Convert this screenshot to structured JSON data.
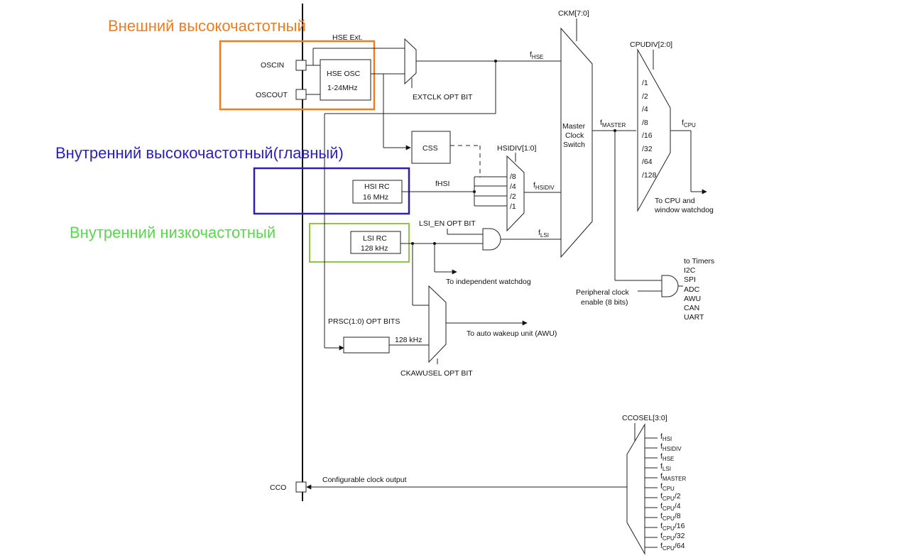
{
  "colors": {
    "external": "#f07c1e",
    "internal_hs": "#2a1fb8",
    "internal_ls": "#57d94a",
    "ls_box": "#8dc63f",
    "line": "#222222"
  },
  "titles": {
    "external": "Внешний высокочастотный",
    "internal_hs": "Внутренний высокочастотный(главный)",
    "internal_ls": "Внутренний низкочастотный"
  },
  "pins": {
    "oscin": "OSCIN",
    "oscout": "OSCOUT",
    "cco": "CCO"
  },
  "hse": {
    "ext": "HSE Ext.",
    "osc_line1": "HSE OSC",
    "osc_line2": "1-24MHz",
    "extclk": "EXTCLK OPT BIT",
    "f": "f",
    "f_sub": "HSE"
  },
  "css": "CSS",
  "hsi": {
    "line1": "HSI RC",
    "line2": "16 MHz",
    "signal": "fHSI",
    "div_sel": "HSIDIV[1:0]",
    "divs": [
      "/8",
      "/4",
      "/2",
      "/1"
    ],
    "f": "f",
    "f_sub": "HSIDIV"
  },
  "lsi": {
    "line1": "LSI RC",
    "line2": "128 kHz",
    "en": "LSI_EN OPT BIT",
    "f": "f",
    "f_sub": "LSI"
  },
  "iwdg": "To independent watchdog",
  "awu": {
    "prsc": "PRSC(1:0) OPT BITS",
    "freq": "128 kHz",
    "sel": "CKAWUSEL OPT BIT",
    "to": "To auto wakeup unit (AWU)"
  },
  "master": {
    "ckm": "CKM[7:0]",
    "line1": "Master",
    "line2": "Clock",
    "line3": "Switch",
    "f": "f",
    "f_sub": "MASTER"
  },
  "cpu": {
    "sel": "CPUDIV[2:0]",
    "divs": [
      "/1",
      "/2",
      "/4",
      "/8",
      "/16",
      "/32",
      "/64",
      "/128"
    ],
    "f": "f",
    "f_sub": "CPU",
    "to1": "To CPU and",
    "to2": "window watchdog"
  },
  "periph": {
    "label1": "Peripheral clock",
    "label2": "enable (8 bits)",
    "targets": [
      "to Timers",
      "I2C",
      "SPI",
      "ADC",
      "AWU",
      "CAN",
      "UART"
    ]
  },
  "cco": {
    "sel": "CCOSEL[3:0]",
    "out": "Configurable clock output",
    "inputs": [
      {
        "f": "f",
        "sub": "HSI",
        "suffix": ""
      },
      {
        "f": "f",
        "sub": "HSIDIV",
        "suffix": ""
      },
      {
        "f": "f",
        "sub": "HSE",
        "suffix": ""
      },
      {
        "f": "f",
        "sub": "LSI",
        "suffix": ""
      },
      {
        "f": "f",
        "sub": "MASTER",
        "suffix": ""
      },
      {
        "f": "f",
        "sub": "CPU",
        "suffix": ""
      },
      {
        "f": "f",
        "sub": "CPU",
        "suffix": "/2"
      },
      {
        "f": "f",
        "sub": "CPU",
        "suffix": "/4"
      },
      {
        "f": "f",
        "sub": "CPU",
        "suffix": "/8"
      },
      {
        "f": "f",
        "sub": "CPU",
        "suffix": "/16"
      },
      {
        "f": "f",
        "sub": "CPU",
        "suffix": "/32"
      },
      {
        "f": "f",
        "sub": "CPU",
        "suffix": "/64"
      }
    ]
  }
}
